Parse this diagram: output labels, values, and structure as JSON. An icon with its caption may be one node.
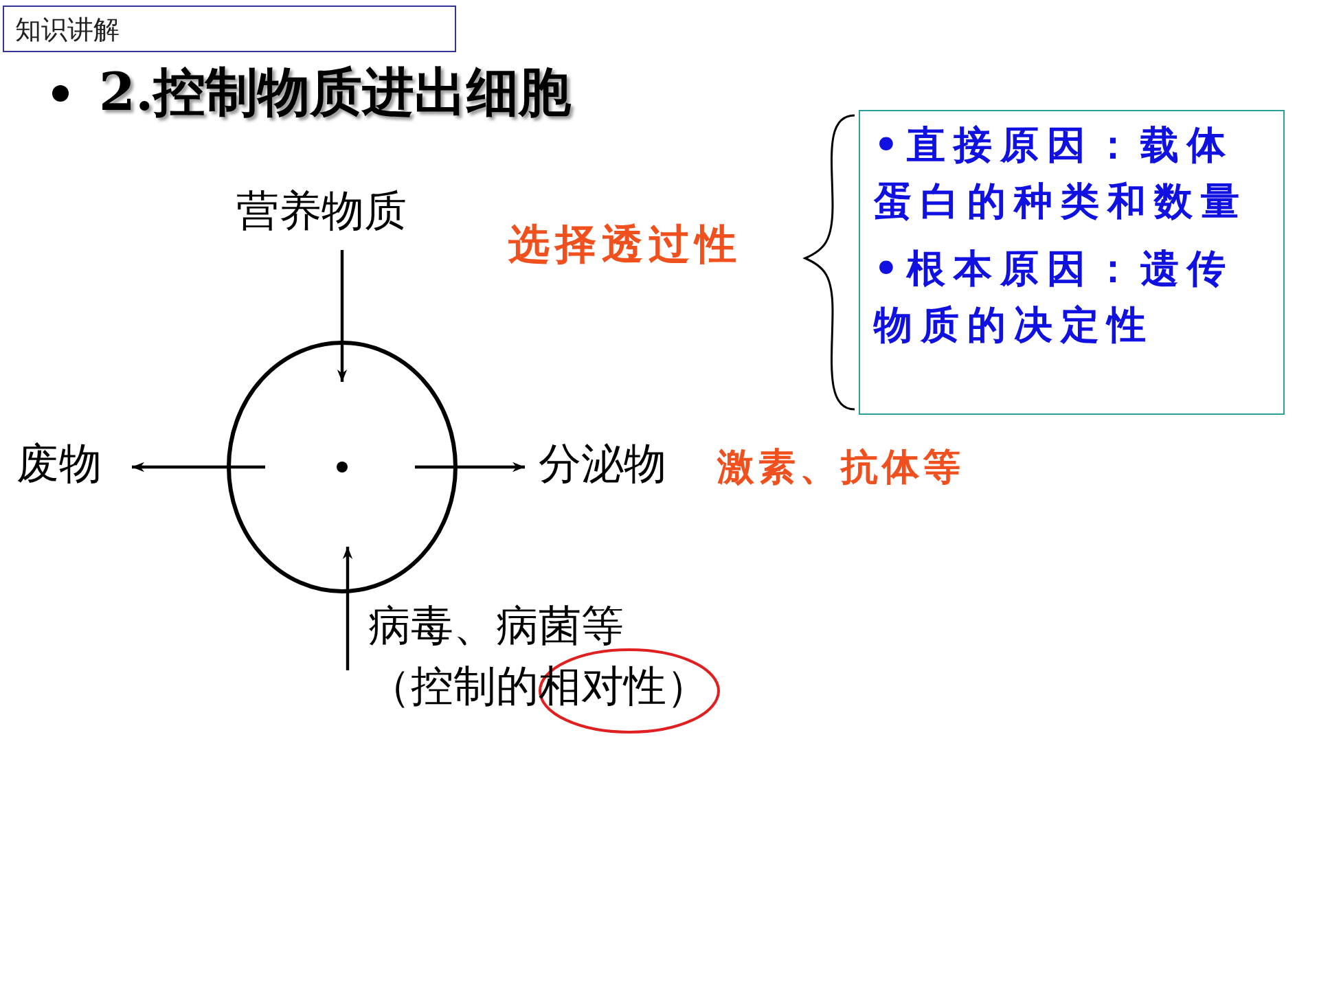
{
  "diagram": {
    "title": "2.控制物质进出细胞",
    "nodes": [
      {
        "text": [],
        "shape": "circle"
      },
      {
        "text": [
          "营养物质"
        ]
      },
      {
        "text": [
          "废物"
        ]
      },
      {
        "text": [
          "分泌物"
        ],
        "beside": [
          "激素、抗体等"
        ]
      },
      {
        "text": [
          "病毒、病菌等",
          "（控制的相对性）"
        ]
      },
      {
        "text": [
          "选择透过性"
        ]
      },
      {
        "text": [
          "•直接原因：载体蛋白的种类和数量",
          "•根本原因：遗传物质的决定性"
        ]
      }
    ],
    "edges": [
      {
        "from": 1,
        "to": 0,
        "arrow": "to"
      },
      {
        "from": 0,
        "to": 2,
        "arrow": "to"
      },
      {
        "from": 0,
        "to": 3,
        "arrow": "to"
      },
      {
        "from": 4,
        "to": 0,
        "arrow": "to"
      }
    ],
    "labels": [
      "知识讲解"
    ]
  }
}
